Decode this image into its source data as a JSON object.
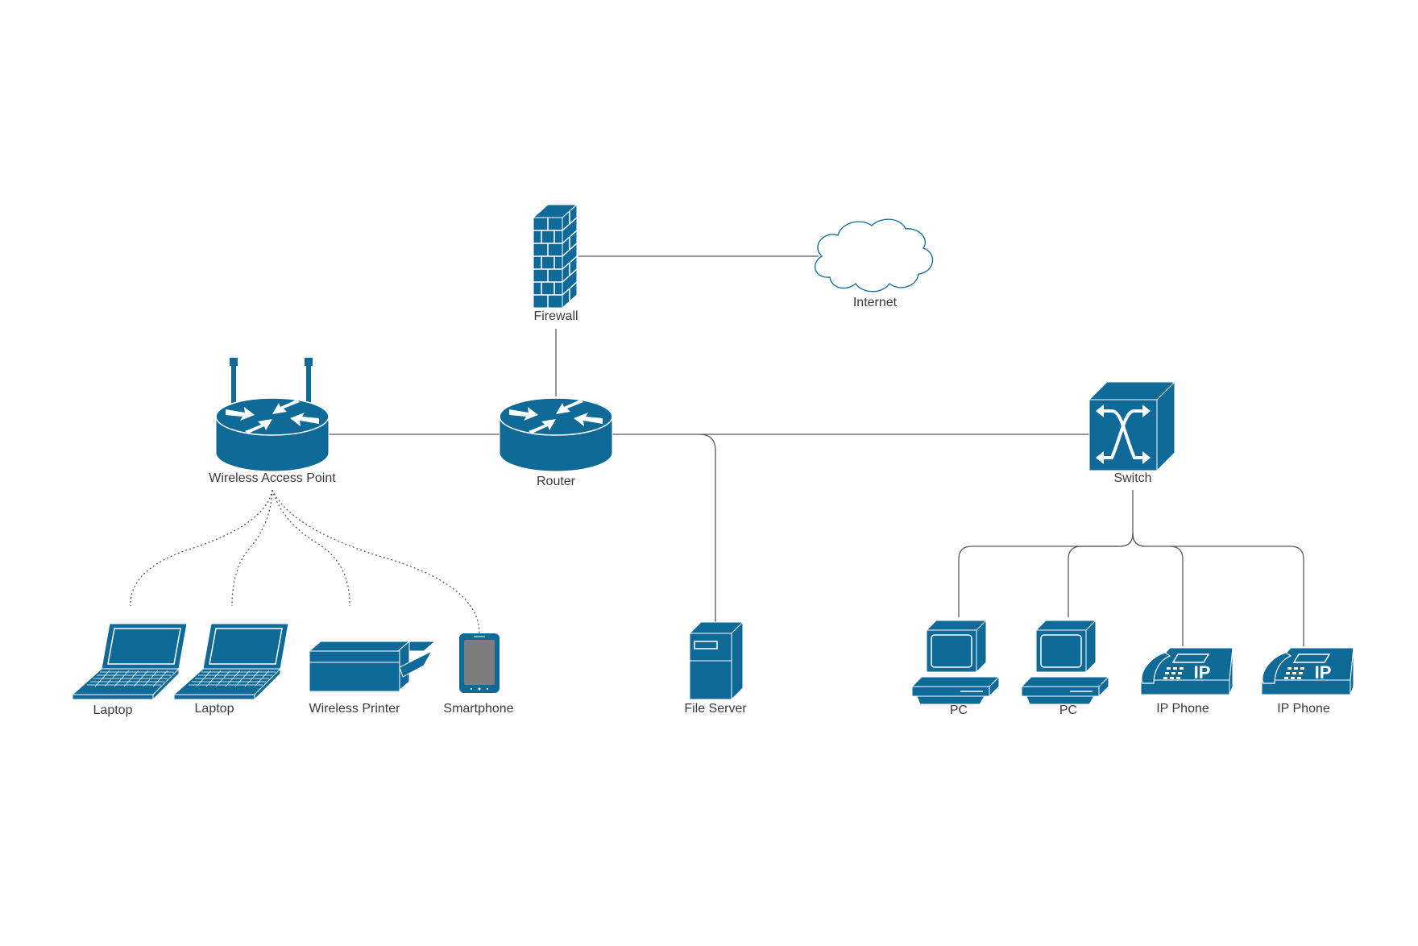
{
  "colors": {
    "device": "#0f6a98",
    "line": "#5a5a5a",
    "label": "#3a3a3a",
    "screen_grey": "#7d7d7d"
  },
  "nodes": {
    "firewall": {
      "label": "Firewall",
      "icon": "firewall-icon"
    },
    "internet": {
      "label": "Internet",
      "icon": "cloud-icon"
    },
    "wap": {
      "label": "Wireless Access Point",
      "icon": "wireless-router-icon"
    },
    "router": {
      "label": "Router",
      "icon": "router-icon"
    },
    "switch": {
      "label": "Switch",
      "icon": "switch-icon"
    },
    "file_server": {
      "label": "File Server",
      "icon": "server-icon"
    },
    "laptop1": {
      "label": "Laptop",
      "icon": "laptop-icon"
    },
    "laptop2": {
      "label": "Laptop",
      "icon": "laptop-icon"
    },
    "printer": {
      "label": "Wireless Printer",
      "icon": "printer-icon"
    },
    "smartphone": {
      "label": "Smartphone",
      "icon": "smartphone-icon"
    },
    "pc1": {
      "label": "PC",
      "icon": "desktop-pc-icon"
    },
    "pc2": {
      "label": "PC",
      "icon": "desktop-pc-icon"
    },
    "ipphone1": {
      "label": "IP Phone",
      "icon": "ip-phone-icon",
      "badge": "IP"
    },
    "ipphone2": {
      "label": "IP Phone",
      "icon": "ip-phone-icon",
      "badge": "IP"
    }
  }
}
